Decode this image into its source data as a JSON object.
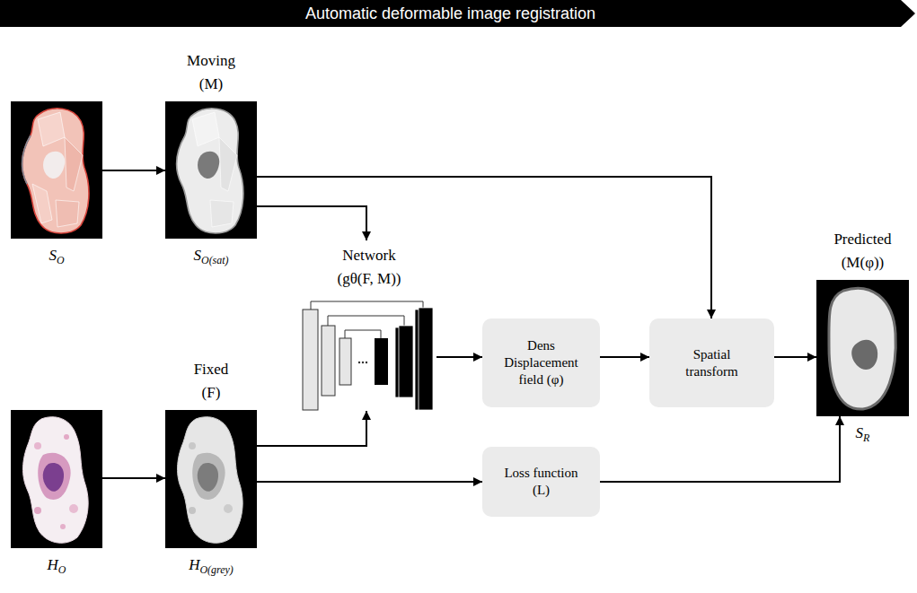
{
  "diagram": {
    "title": "Automatic deformable image registration",
    "nodes": [
      {
        "text": [
          "SO"
        ]
      },
      {
        "text": [
          "Moving (M)",
          "SO(sat)"
        ]
      },
      {
        "text": [
          "HO"
        ]
      },
      {
        "text": [
          "Fixed (F)",
          "HO(grey)"
        ]
      },
      {
        "text": [
          "Network (gθ(F, M))"
        ]
      },
      {
        "text": [
          "Dens Displacement field (φ)"
        ]
      },
      {
        "text": [
          "Spatial transform"
        ]
      },
      {
        "text": [
          "Loss function (L)"
        ]
      },
      {
        "text": [
          "Predicted (M(φ))",
          "SR"
        ]
      }
    ],
    "edges": [
      {
        "from": 0,
        "to": 1,
        "arrow": "to"
      },
      {
        "from": 2,
        "to": 3,
        "arrow": "to"
      },
      {
        "from": 1,
        "to": 4,
        "arrow": "to"
      },
      {
        "from": 3,
        "to": 4,
        "arrow": "to"
      },
      {
        "from": 1,
        "to": 6,
        "arrow": "to"
      },
      {
        "from": 4,
        "to": 5,
        "arrow": "to"
      },
      {
        "from": 5,
        "to": 6,
        "arrow": "to"
      },
      {
        "from": 3,
        "to": 7,
        "arrow": "to"
      },
      {
        "from": 6,
        "to": 8,
        "arrow": "to"
      },
      {
        "from": 7,
        "to": 8,
        "arrow": "to"
      }
    ]
  }
}
